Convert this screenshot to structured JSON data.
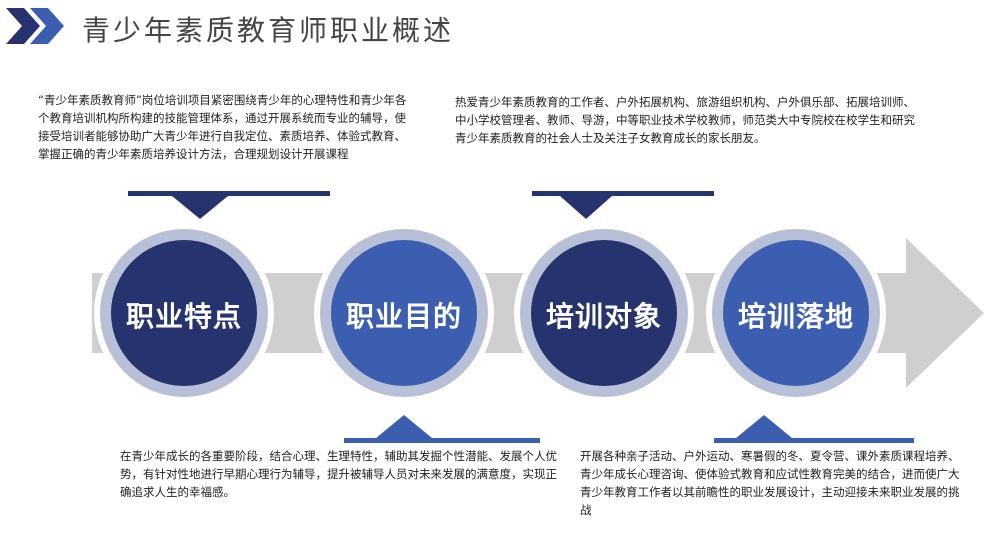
{
  "header": {
    "title": "青少年素质教育师职业概述",
    "logo_icon": "double-chevron-icon"
  },
  "colors": {
    "navy": "#27336e",
    "blue": "#3b5eb1",
    "ring": "#b8c0d8",
    "arrow": "#cfcfcf",
    "text": "#1f1f1f",
    "title": "#454545"
  },
  "stages": [
    {
      "label": "职业特点",
      "description": "“青少年素质教育师”岗位培训项目紧密围绕青少年的心理特性和青少年各个教育培训机构所构建的技能管理体系，通过开展系统而专业的辅导，使接受培训者能够协助广大青少年进行自我定位、素质培养、体验式教育、掌握正确的青少年素质培养设计方法，合理规划设计开展课程"
    },
    {
      "label": "职业目的",
      "description": "在青少年成长的各重要阶段，结合心理、生理特性，辅助其发掘个性潜能、发展个人优势，有针对性地进行早期心理行为辅导，提升被辅导人员对未来发展的满意度，实现正确追求人生的幸福感。"
    },
    {
      "label": "培训对象",
      "description": "热爱青少年素质教育的工作者、户外拓展机构、旅游组织机构、户外俱乐部、拓展培训师、中小学校管理者、教师、导游，中等职业技术学校教师，师范类大中专院校在校学生和研究青少年素质教育的社会人士及关注子女教育成长的家长朋友。"
    },
    {
      "label": "培训落地",
      "description": "开展各种亲子活动、户外运动、寒暑假的冬、夏令营、课外素质课程培养、青少年成长心理咨询、使体验式教育和应试性教育完美的结合，进而使广大青少年教育工作者以其前瞻性的职业发展设计，主动迎接未来职业发展的挑战"
    }
  ]
}
